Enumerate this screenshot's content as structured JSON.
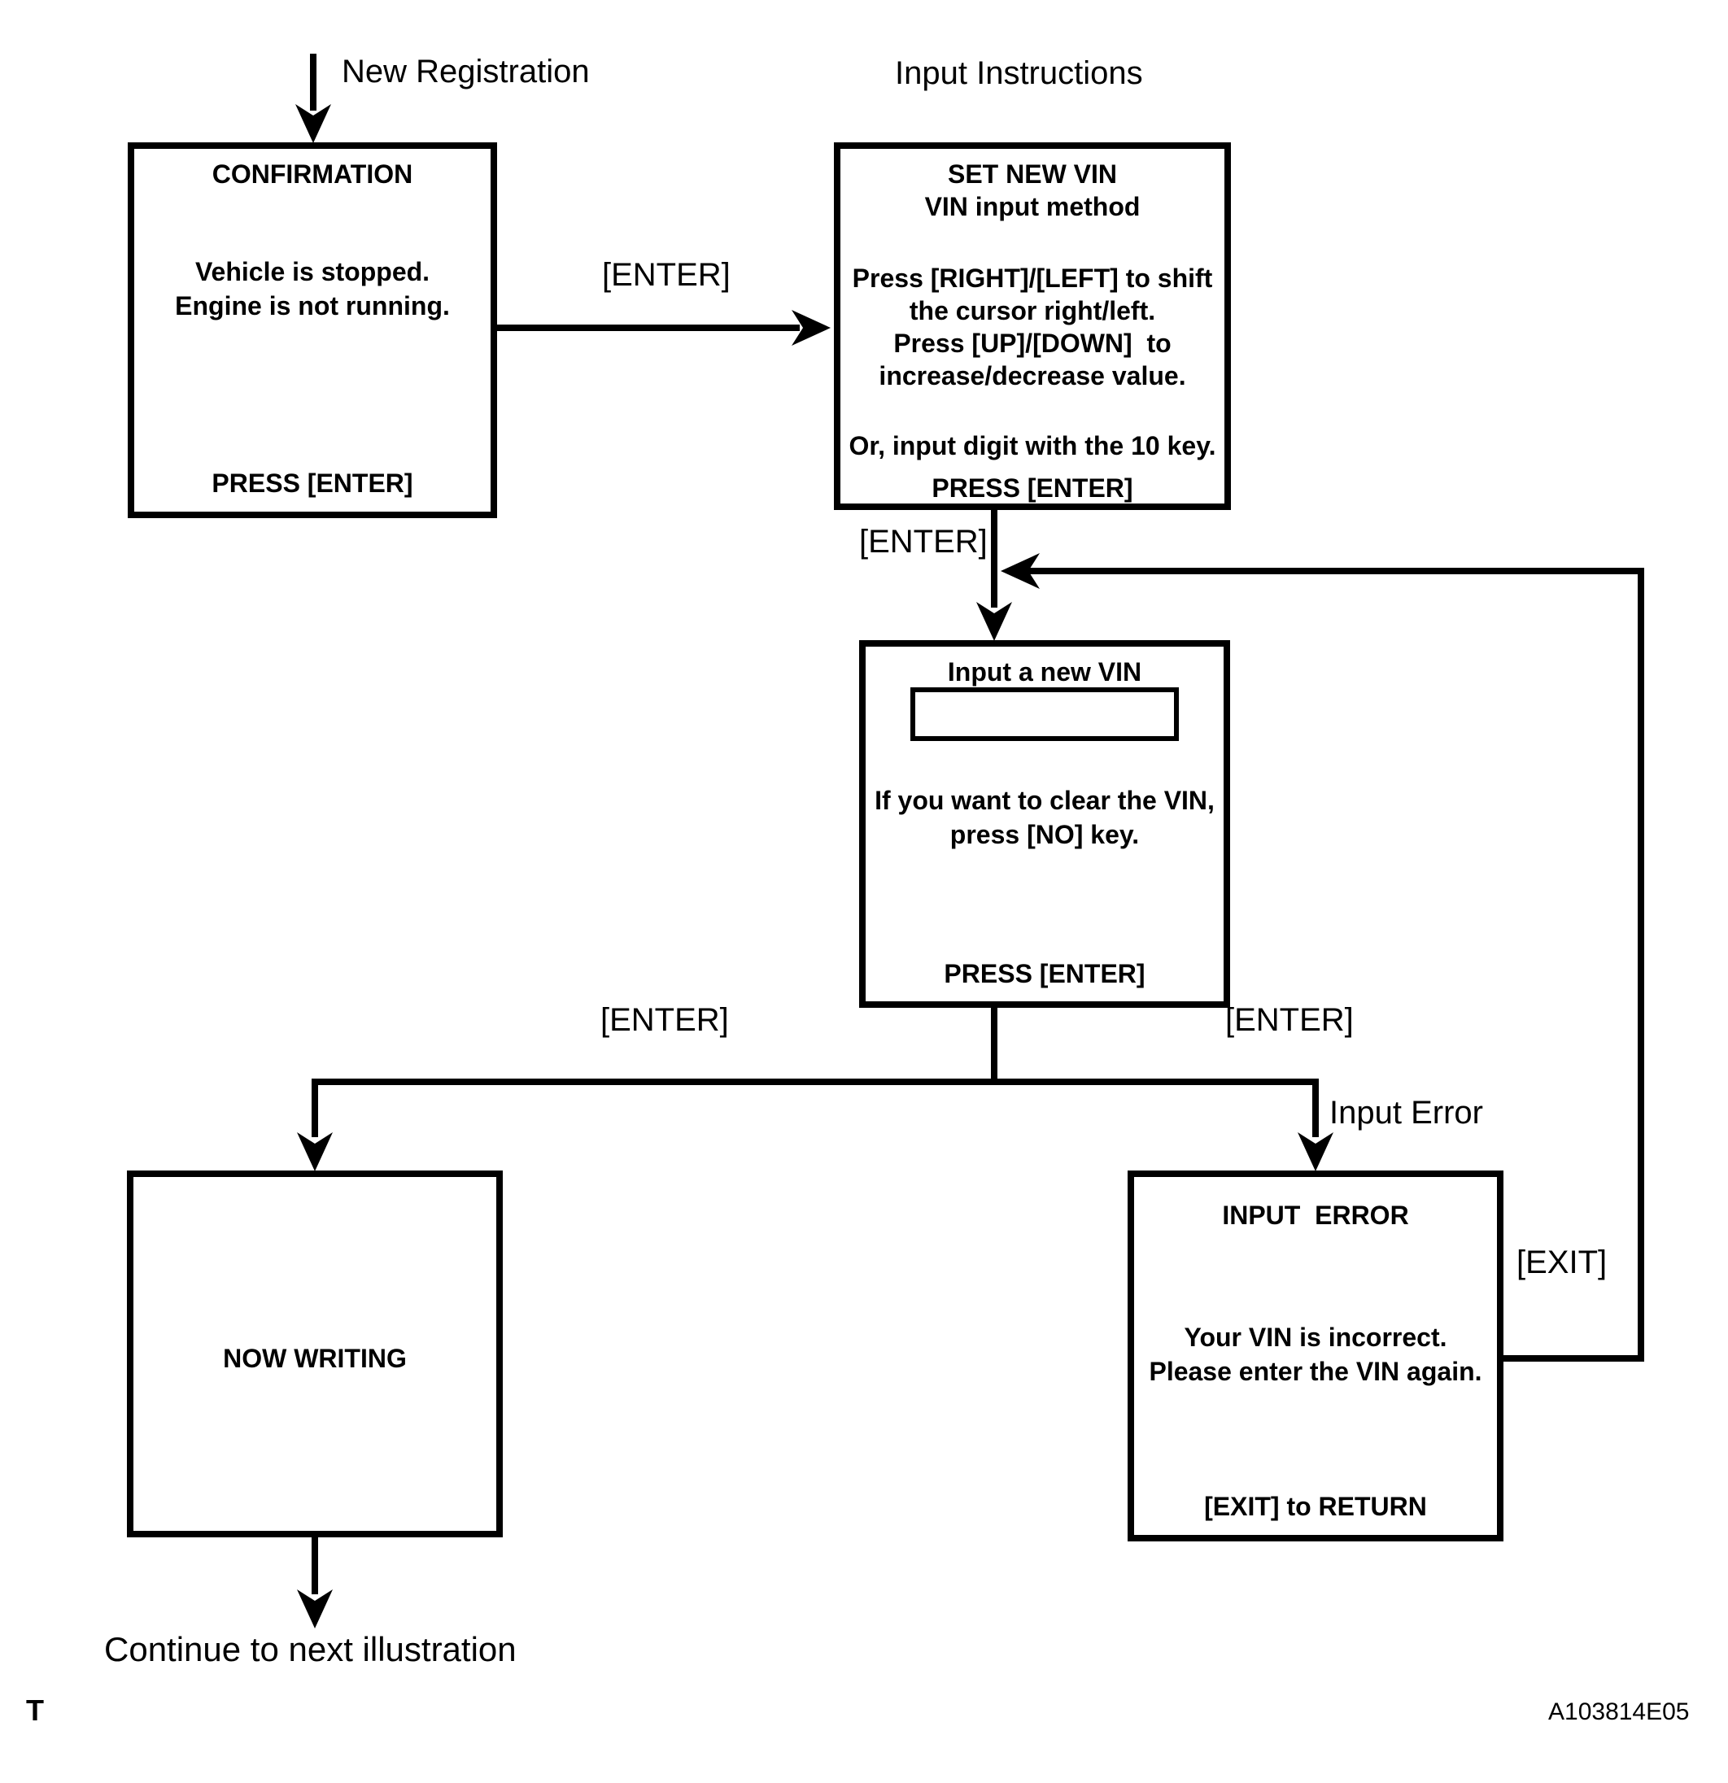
{
  "colors": {
    "ink": "#000000",
    "paper": "#ffffff"
  },
  "annotations": {
    "new_registration": "New Registration",
    "input_instructions": "Input Instructions",
    "enter_conf_to_set": "[ENTER]",
    "enter_set_to_input": "[ENTER]",
    "enter_left_branch": "[ENTER]",
    "enter_right_branch": "[ENTER]",
    "input_error": "Input Error",
    "exit": "[EXIT]",
    "continue_note": "Continue to next illustration"
  },
  "screens": {
    "confirmation": {
      "title": "CONFIRMATION",
      "line1": "Vehicle is stopped.",
      "line2": "Engine is not running.",
      "footer": "PRESS [ENTER]"
    },
    "set_new_vin": {
      "title1": "SET NEW VIN",
      "title2": "VIN input method",
      "body1": "Press [RIGHT]/[LEFT] to shift",
      "body2": "the cursor right/left.",
      "body3": "Press [UP]/[DOWN]  to",
      "body4": "increase/decrease value.",
      "body5": "Or, input digit with the 10 key.",
      "footer": "PRESS [ENTER]"
    },
    "input_vin": {
      "title": "Input a new VIN",
      "field_value": "",
      "hint1": "If you want to clear the VIN,",
      "hint2": "press [NO] key.",
      "footer": "PRESS [ENTER]"
    },
    "now_writing": {
      "title": "NOW WRITING"
    },
    "input_error": {
      "title": "INPUT  ERROR",
      "line1": "Your VIN is incorrect.",
      "line2": "Please enter the VIN again.",
      "footer": "[EXIT] to RETURN"
    }
  },
  "footer": {
    "left": "T",
    "right": "A103814E05"
  }
}
